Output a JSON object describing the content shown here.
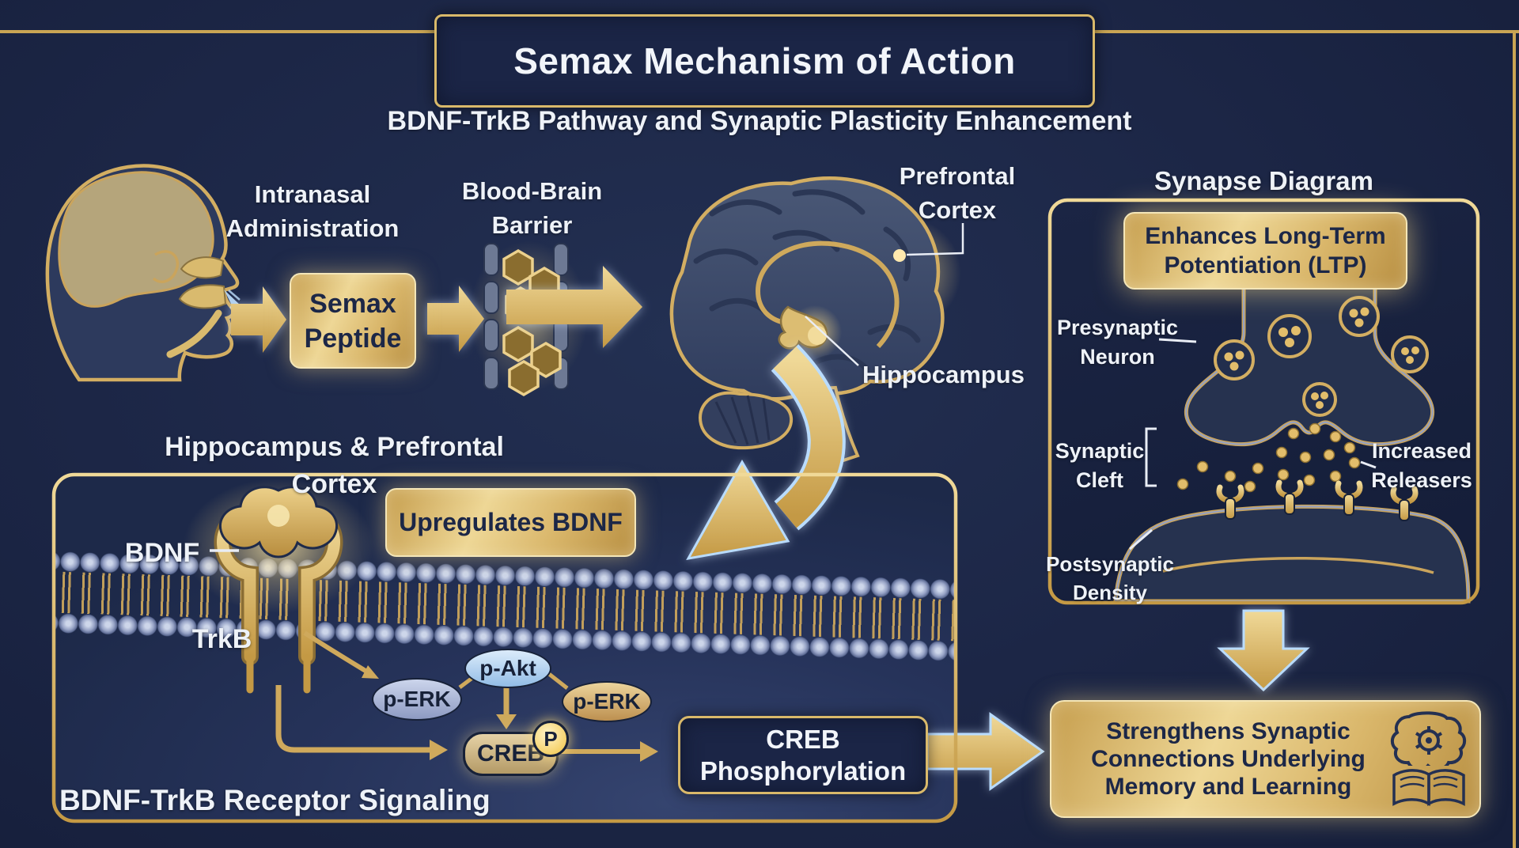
{
  "colors": {
    "background": "#1c2646",
    "gold": "#d3ae62",
    "gold_light": "#f0d998",
    "navy_text": "#1c2747",
    "white_text": "#eef2f8",
    "glow_blue": "#bfe0ff"
  },
  "header": {
    "title": "Semax Mechanism of Action",
    "subtitle": "BDNF-TrkB Pathway and Synaptic Plasticity Enhancement"
  },
  "delivery_flow": {
    "intranasal_label": {
      "line1": "Intranasal",
      "line2": "Administration"
    },
    "semax_box": {
      "line1": "Semax",
      "line2": "Peptide"
    },
    "bbb_label": {
      "line1": "Blood-Brain",
      "line2": "Barrier"
    },
    "prefrontal_label": {
      "line1": "Prefrontal",
      "line2": "Cortex"
    },
    "hippocampus_label": "Hippocampus"
  },
  "signaling_panel": {
    "heading": "Hippocampus & Prefrontal Cortex",
    "bdnf_label": "BDNF",
    "trkb_label": "TrkB",
    "upregulates_box": "Upregulates BDNF",
    "p_erk_left": "p-ERK",
    "p_akt": "p-Akt",
    "p_erk_right": "p-ERK",
    "creb": "CREB",
    "phospho_badge": "P",
    "creb_phos_box": {
      "line1": "CREB",
      "line2": "Phosphorylation"
    },
    "caption": "BDNF-TrkB Receptor Signaling"
  },
  "synapse_panel": {
    "title": "Synapse Diagram",
    "ltp_box": {
      "line1": "Enhances Long-Term",
      "line2": "Potentiation (LTP)"
    },
    "presynaptic_label": {
      "line1": "Presynaptic",
      "line2": "Neuron"
    },
    "synaptic_cleft_label": {
      "line1": "Synaptic",
      "line2": "Cleft"
    },
    "increased_releasers_label": {
      "line1": "Increased",
      "line2": "Releasers"
    },
    "postsynaptic_label": {
      "line1": "Postsynaptic",
      "line2": "Density"
    }
  },
  "outcome_box": {
    "line1": "Strengthens Synaptic",
    "line2": "Connections Underlying",
    "line3": "Memory and Learning"
  }
}
